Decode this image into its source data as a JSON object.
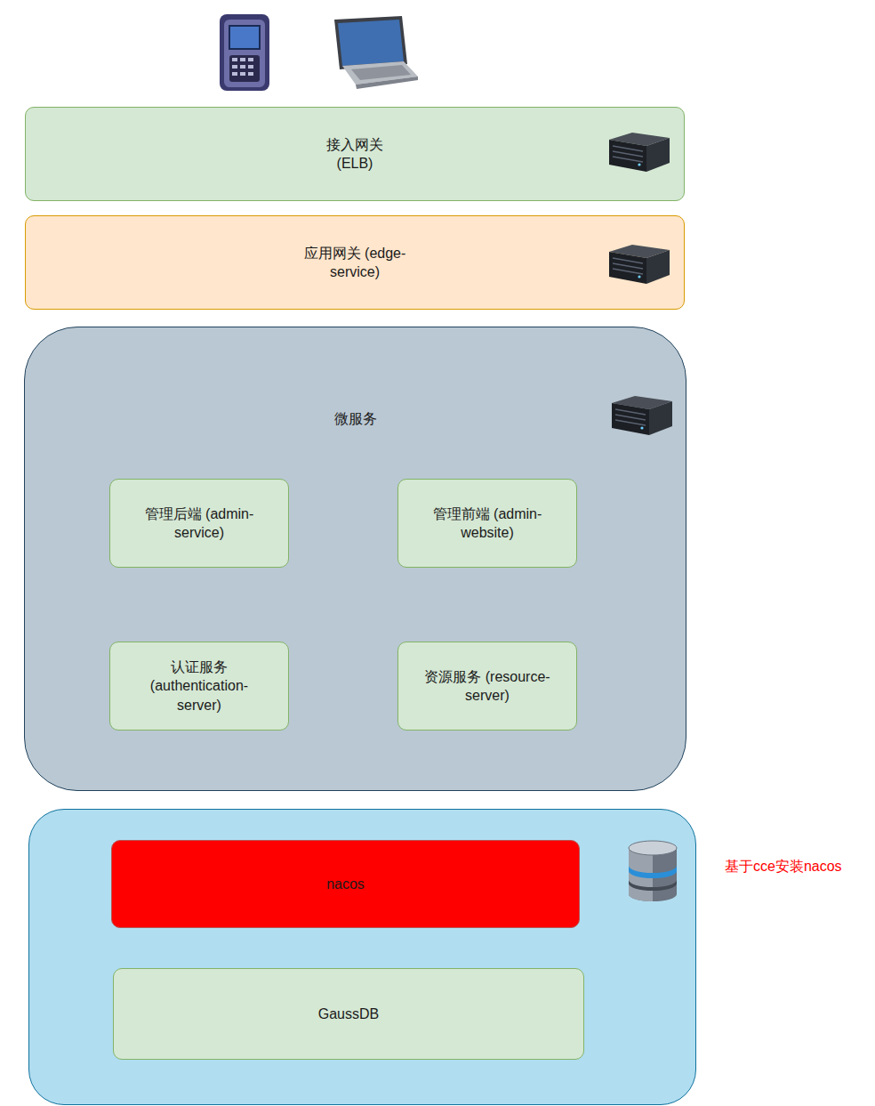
{
  "diagram": {
    "nodes": [
      {
        "text": [
          "接入网关 (ELB)"
        ]
      },
      {
        "text": [
          "应用网关 (edge-service)"
        ]
      },
      {
        "text": [
          "微服务"
        ]
      },
      {
        "text": [
          "管理后端 (admin-service)"
        ],
        "in": 2
      },
      {
        "text": [
          "管理前端 (admin-website)"
        ],
        "in": 2
      },
      {
        "text": [
          "认证服务 (authentication- server)"
        ],
        "in": 2
      },
      {
        "text": [
          "资源服务 (resource-server)"
        ],
        "in": 2
      },
      {
        "text": []
      },
      {
        "text": [
          "nacos"
        ],
        "in": 7
      },
      {
        "text": [
          "GaussDB"
        ],
        "in": 7
      }
    ],
    "labels": [
      "基于cce安装nacos"
    ]
  }
}
